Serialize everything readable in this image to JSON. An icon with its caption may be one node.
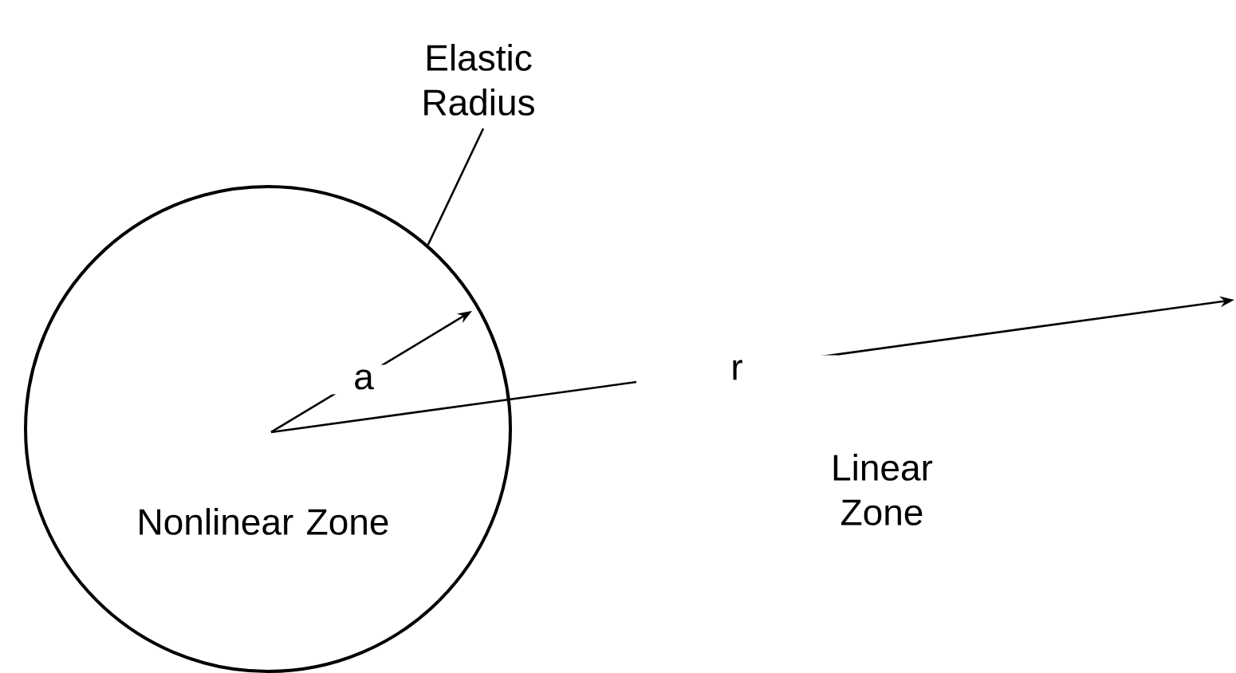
{
  "diagram": {
    "nodes": [
      {
        "text": [
          "Nonlinear Zone"
        ]
      },
      {
        "text": [
          "Elastic Radius"
        ]
      }
    ],
    "edges": [
      {
        "from": 1,
        "to": 0,
        "arrow": "none"
      }
    ],
    "labels": [
      "a",
      "r",
      "Linear Zone"
    ]
  }
}
